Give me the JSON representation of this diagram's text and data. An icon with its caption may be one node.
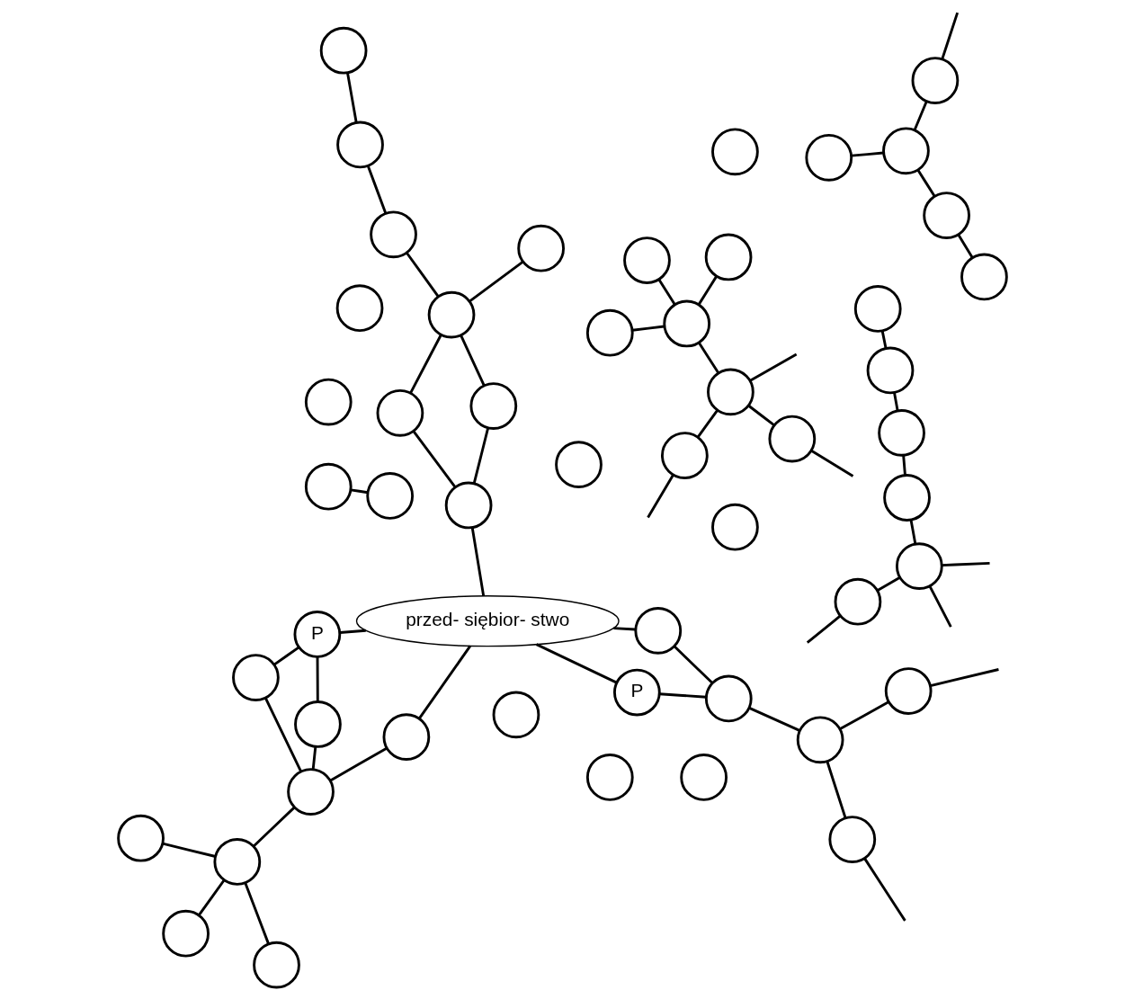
{
  "diagram": {
    "nodes": [
      {
        "text": [],
        "shape": "circle"
      },
      {
        "text": [],
        "shape": "circle"
      },
      {
        "text": [],
        "shape": "circle"
      },
      {
        "text": [],
        "shape": "circle"
      },
      {
        "text": [],
        "shape": "circle"
      },
      {
        "text": [],
        "shape": "circle"
      },
      {
        "text": [],
        "shape": "circle"
      },
      {
        "text": [],
        "shape": "circle"
      },
      {
        "text": [],
        "shape": "circle"
      },
      {
        "text": [],
        "shape": "circle"
      },
      {
        "text": [
          "P"
        ]
      },
      {
        "text": [],
        "shape": "circle"
      },
      {
        "text": [],
        "shape": "circle"
      },
      {
        "text": [],
        "shape": "circle"
      },
      {
        "text": [],
        "shape": "circle"
      },
      {
        "text": [],
        "shape": "circle"
      },
      {
        "text": [],
        "shape": "circle"
      },
      {
        "text": [],
        "shape": "circle"
      },
      {
        "text": [],
        "shape": "circle"
      },
      {
        "text": [],
        "shape": "circle"
      },
      {
        "text": [
          "przed- siębior- stwo"
        ]
      },
      {
        "text": [],
        "shape": "circle"
      },
      {
        "text": [
          "P"
        ]
      },
      {
        "text": [],
        "shape": "circle"
      },
      {
        "text": [],
        "shape": "circle"
      },
      {
        "text": [],
        "shape": "circle"
      },
      {
        "text": [],
        "shape": "circle"
      },
      {
        "text": [],
        "shape": "circle"
      },
      {
        "text": [],
        "shape": "circle"
      },
      {
        "text": [],
        "shape": "circle"
      },
      {
        "text": [],
        "shape": "circle"
      },
      {
        "text": [],
        "shape": "circle"
      },
      {
        "text": [],
        "shape": "circle"
      },
      {
        "text": [],
        "shape": "circle"
      },
      {
        "text": [],
        "shape": "circle"
      },
      {
        "text": [],
        "shape": "circle"
      },
      {
        "text": [],
        "shape": "circle"
      },
      {
        "text": [],
        "shape": "circle"
      },
      {
        "text": [],
        "shape": "circle"
      },
      {
        "text": [],
        "shape": "circle"
      },
      {
        "text": [],
        "shape": "circle"
      },
      {
        "text": [],
        "shape": "circle"
      },
      {
        "text": [],
        "shape": "circle"
      },
      {
        "text": [],
        "shape": "circle"
      },
      {
        "text": [],
        "shape": "circle"
      },
      {
        "text": [],
        "shape": "circle"
      },
      {
        "text": [],
        "shape": "circle"
      },
      {
        "text": [],
        "shape": "circle"
      },
      {
        "text": [],
        "shape": "circle"
      },
      {
        "text": [],
        "shape": "circle"
      },
      {
        "text": [],
        "shape": "circle"
      },
      {
        "text": [],
        "shape": "circle"
      }
    ],
    "edges": [
      {
        "from": null,
        "to": 2,
        "arrow": "none"
      },
      {
        "from": null,
        "to": 9,
        "arrow": "none"
      },
      {
        "from": null,
        "to": 5,
        "arrow": "none"
      },
      {
        "from": 2,
        "to": 5,
        "arrow": "none"
      },
      {
        "from": 2,
        "to": 9,
        "arrow": "none"
      },
      {
        "from": 2,
        "to": 8,
        "arrow": "none"
      },
      {
        "from": 3,
        "to": 8,
        "arrow": "none"
      },
      {
        "from": 8,
        "to": 18,
        "arrow": "none"
      },
      {
        "from": 8,
        "to": 13,
        "arrow": "none"
      },
      {
        "from": 6,
        "to": 10,
        "arrow": "none"
      },
      {
        "from": 0,
        "to": 10,
        "arrow": "none"
      },
      {
        "from": 0,
        "to": 11,
        "arrow": "none"
      },
      {
        "from": 6,
        "to": 11,
        "arrow": "none"
      },
      {
        "from": 11,
        "to": 21,
        "arrow": "none"
      },
      {
        "from": 11,
        "to": 7,
        "arrow": "none"
      },
      {
        "from": 1,
        "to": 7,
        "arrow": "none"
      },
      {
        "from": 4,
        "to": 7,
        "arrow": "none"
      },
      {
        "from": 7,
        "to": 12,
        "arrow": "none"
      },
      {
        "from": 10,
        "to": 20,
        "arrow": "none"
      },
      {
        "from": 20,
        "to": 21,
        "arrow": "none"
      },
      {
        "from": 22,
        "to": 20,
        "arrow": "none"
      },
      {
        "from": 20,
        "to": 24,
        "arrow": "none"
      },
      {
        "from": 20,
        "to": 25,
        "arrow": "none"
      },
      {
        "from": 15,
        "to": 34,
        "arrow": "none"
      },
      {
        "from": 15,
        "to": 43,
        "arrow": "none"
      },
      {
        "from": 23,
        "to": 34,
        "arrow": "none"
      },
      {
        "from": 23,
        "to": 32,
        "arrow": "none"
      },
      {
        "from": 41,
        "to": 32,
        "arrow": "none"
      },
      {
        "from": 41,
        "to": null,
        "arrow": "none"
      },
      {
        "from": 32,
        "to": null,
        "arrow": "none"
      },
      {
        "from": 32,
        "to": null,
        "arrow": "none"
      },
      {
        "from": 25,
        "to": 35,
        "arrow": "none"
      },
      {
        "from": 25,
        "to": 48,
        "arrow": "none"
      },
      {
        "from": 40,
        "to": 35,
        "arrow": "none"
      },
      {
        "from": 40,
        "to": 48,
        "arrow": "none"
      },
      {
        "from": 27,
        "to": 40,
        "arrow": "none"
      },
      {
        "from": 26,
        "to": 24,
        "arrow": "none"
      },
      {
        "from": 22,
        "to": 26,
        "arrow": "none"
      },
      {
        "from": 29,
        "to": 26,
        "arrow": "none"
      },
      {
        "from": 19,
        "to": 29,
        "arrow": "none"
      },
      {
        "from": 17,
        "to": 29,
        "arrow": "none"
      },
      {
        "from": 19,
        "to": null,
        "arrow": "none"
      },
      {
        "from": 17,
        "to": null,
        "arrow": "none"
      },
      {
        "from": 39,
        "to": 28,
        "arrow": "none"
      },
      {
        "from": 46,
        "to": 36,
        "arrow": "none"
      },
      {
        "from": 46,
        "to": 42,
        "arrow": "none"
      },
      {
        "from": 46,
        "to": 38,
        "arrow": "none"
      },
      {
        "from": 38,
        "to": null,
        "arrow": "none"
      },
      {
        "from": 40,
        "to": 44,
        "arrow": "none"
      },
      {
        "from": 44,
        "to": 47,
        "arrow": "none"
      },
      {
        "from": 50,
        "to": 47,
        "arrow": "none"
      },
      {
        "from": 49,
        "to": 42,
        "arrow": "none"
      }
    ]
  }
}
